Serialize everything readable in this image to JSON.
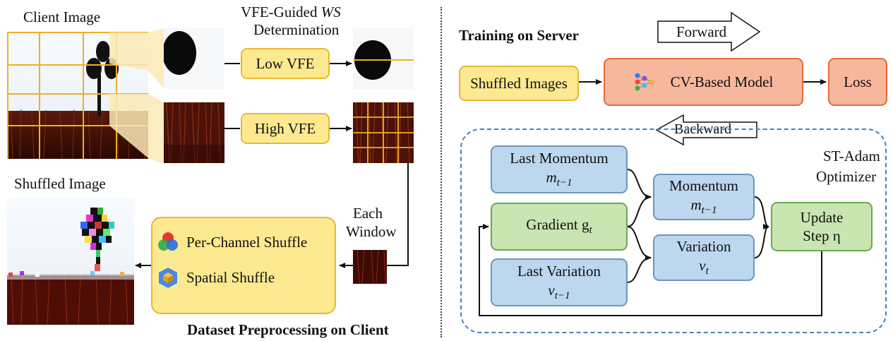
{
  "left": {
    "client_image_label": "Client Image",
    "vfe_title_line1": "VFE-Guided WS",
    "vfe_title_line2": "Determination",
    "low_vfe": "Low VFE",
    "high_vfe": "High VFE",
    "shuffled_image_label": "Shuffled Image",
    "each_window_line1": "Each",
    "each_window_line2": "Window",
    "per_channel_shuffle": "Per-Channel Shuffle",
    "spatial_shuffle": "Spatial Shuffle",
    "caption": "Dataset Preprocessing on Client"
  },
  "right": {
    "title": "Training on Server",
    "forward": "Forward",
    "backward": "Backward",
    "shuffled_images": "Shuffled Images",
    "cv_model": "CV-Based Model",
    "loss": "Loss",
    "optimizer_line1": "ST-Adam",
    "optimizer_line2": "Optimizer",
    "last_momentum_label": "Last Momentum",
    "last_momentum_sym": "m",
    "last_momentum_sub": "t−1",
    "momentum_label": "Momentum",
    "momentum_sym": "m",
    "momentum_sub": "t−1",
    "gradient_label": "Gradient g",
    "gradient_sub": "t",
    "variation_label": "Variation",
    "variation_sym": "v",
    "variation_sub": "t",
    "last_variation_label": "Last Variation",
    "last_variation_sym": "v",
    "last_variation_sub": "t−1",
    "update_line1": "Update",
    "update_line2": "Step η"
  },
  "colors": {
    "yellow_fill": "#fde98f",
    "orange_fill": "#f7b79d",
    "blue_fill": "#bcd7ee",
    "green_fill": "#c9e5b2",
    "grid_line": "#f0b020",
    "dashed_border": "#4a7fbf"
  }
}
